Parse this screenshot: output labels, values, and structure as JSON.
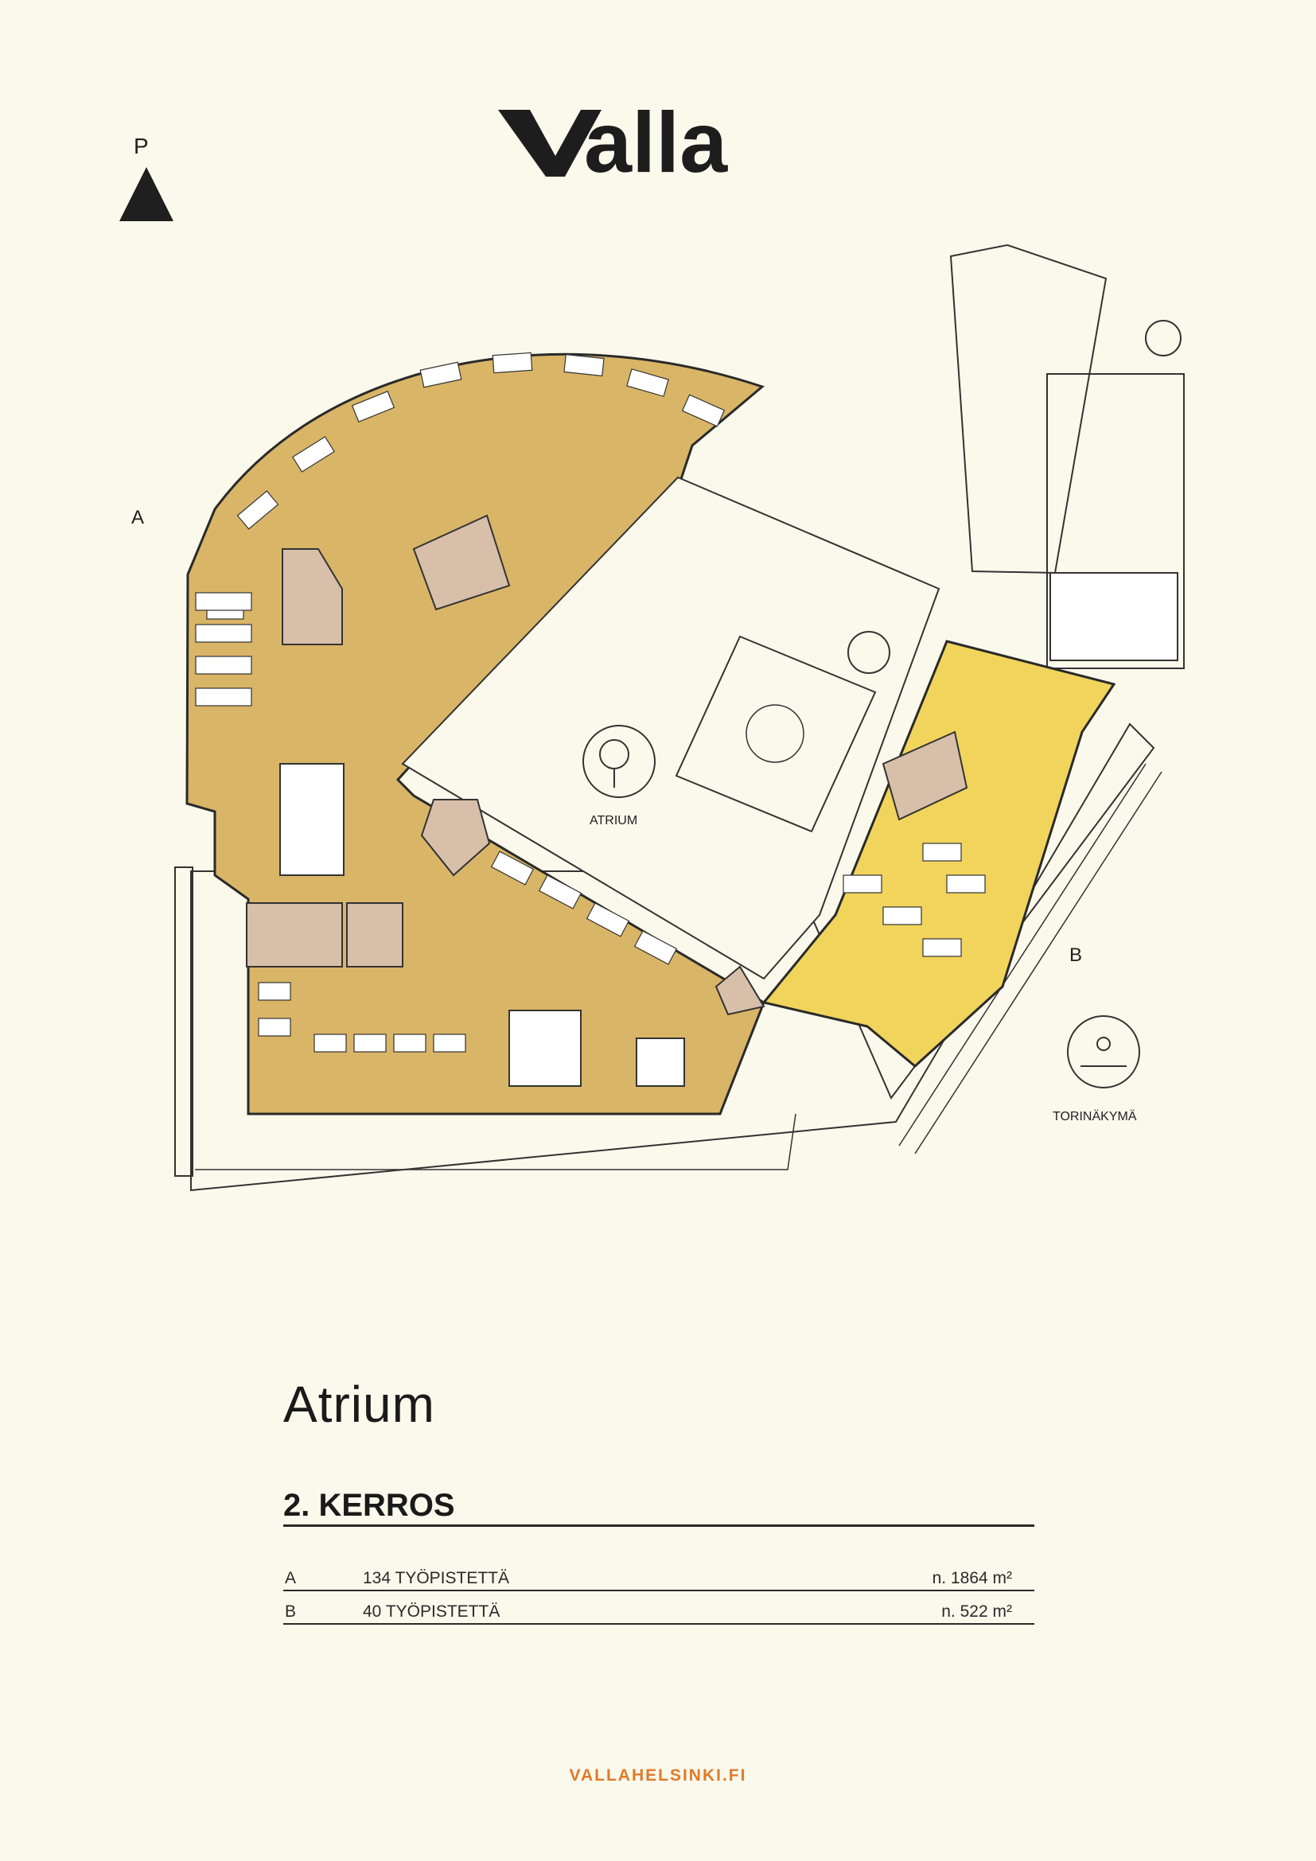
{
  "brand": {
    "logo_text": "Valla"
  },
  "compass": {
    "north_label": "P"
  },
  "plan": {
    "zone_a_label": "A",
    "zone_b_label": "B",
    "atrium_label": "ATRIUM",
    "torinakyma_label": "TORINÄKYMÄ"
  },
  "colors": {
    "zone_a": "#d9b567",
    "zone_b": "#f1d45c",
    "background": "#fbf9ec",
    "accent": "#e07a2a"
  },
  "building": {
    "name": "Atrium"
  },
  "floor": {
    "title": "2. KERROS"
  },
  "areas": [
    {
      "zone": "A",
      "workstations": "134 TYÖPISTETTÄ",
      "area": "n. 1864 m²"
    },
    {
      "zone": "B",
      "workstations": "40 TYÖPISTETTÄ",
      "area": "n. 522 m²"
    }
  ],
  "footer": {
    "website": "VALLAHELSINKI.FI"
  }
}
